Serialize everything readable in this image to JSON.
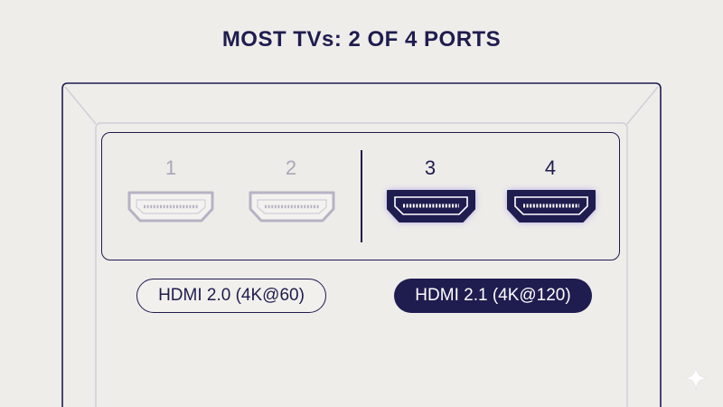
{
  "title": "MOST TVs: 2 OF 4 PORTS",
  "ports": [
    {
      "label": "1",
      "state": "inactive"
    },
    {
      "label": "2",
      "state": "inactive"
    },
    {
      "label": "3",
      "state": "active"
    },
    {
      "label": "4",
      "state": "active"
    }
  ],
  "badges": {
    "hdmi20": "HDMI 2.0 (4K@60)",
    "hdmi21": "HDMI 2.1 (4K@120)"
  },
  "colors": {
    "navy": "#1f1c4f",
    "inactive": "#b5b3c4",
    "glow": "#8b7fe8",
    "background": "#efedea"
  },
  "icons": {
    "port": "hdmi-port-icon",
    "corner": "sparkle-icon"
  }
}
